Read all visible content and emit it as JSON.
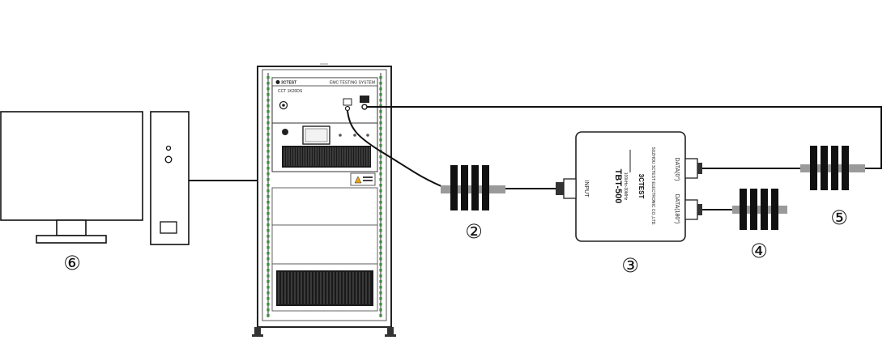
{
  "labels": {
    "pc": "⑥",
    "attenuator_input": "②",
    "coupler": "③",
    "attenuator_data180": "④",
    "attenuator_data0": "⑤"
  },
  "rack": {
    "brand": "3CTEST",
    "system_title": "EMC TESTING SYSTEM",
    "model": "CCT 1K20DS"
  },
  "coupler": {
    "model": "TBT-500",
    "freq": "100kHz-30MHz",
    "brand": "3CTEST",
    "maker": "SUZHOU 3CTEST ELECTRONIC CO.,LTD.",
    "port_input": "INPUT",
    "port_data0": "DATA(0°)",
    "port_data180": "DATA(180°)"
  }
}
